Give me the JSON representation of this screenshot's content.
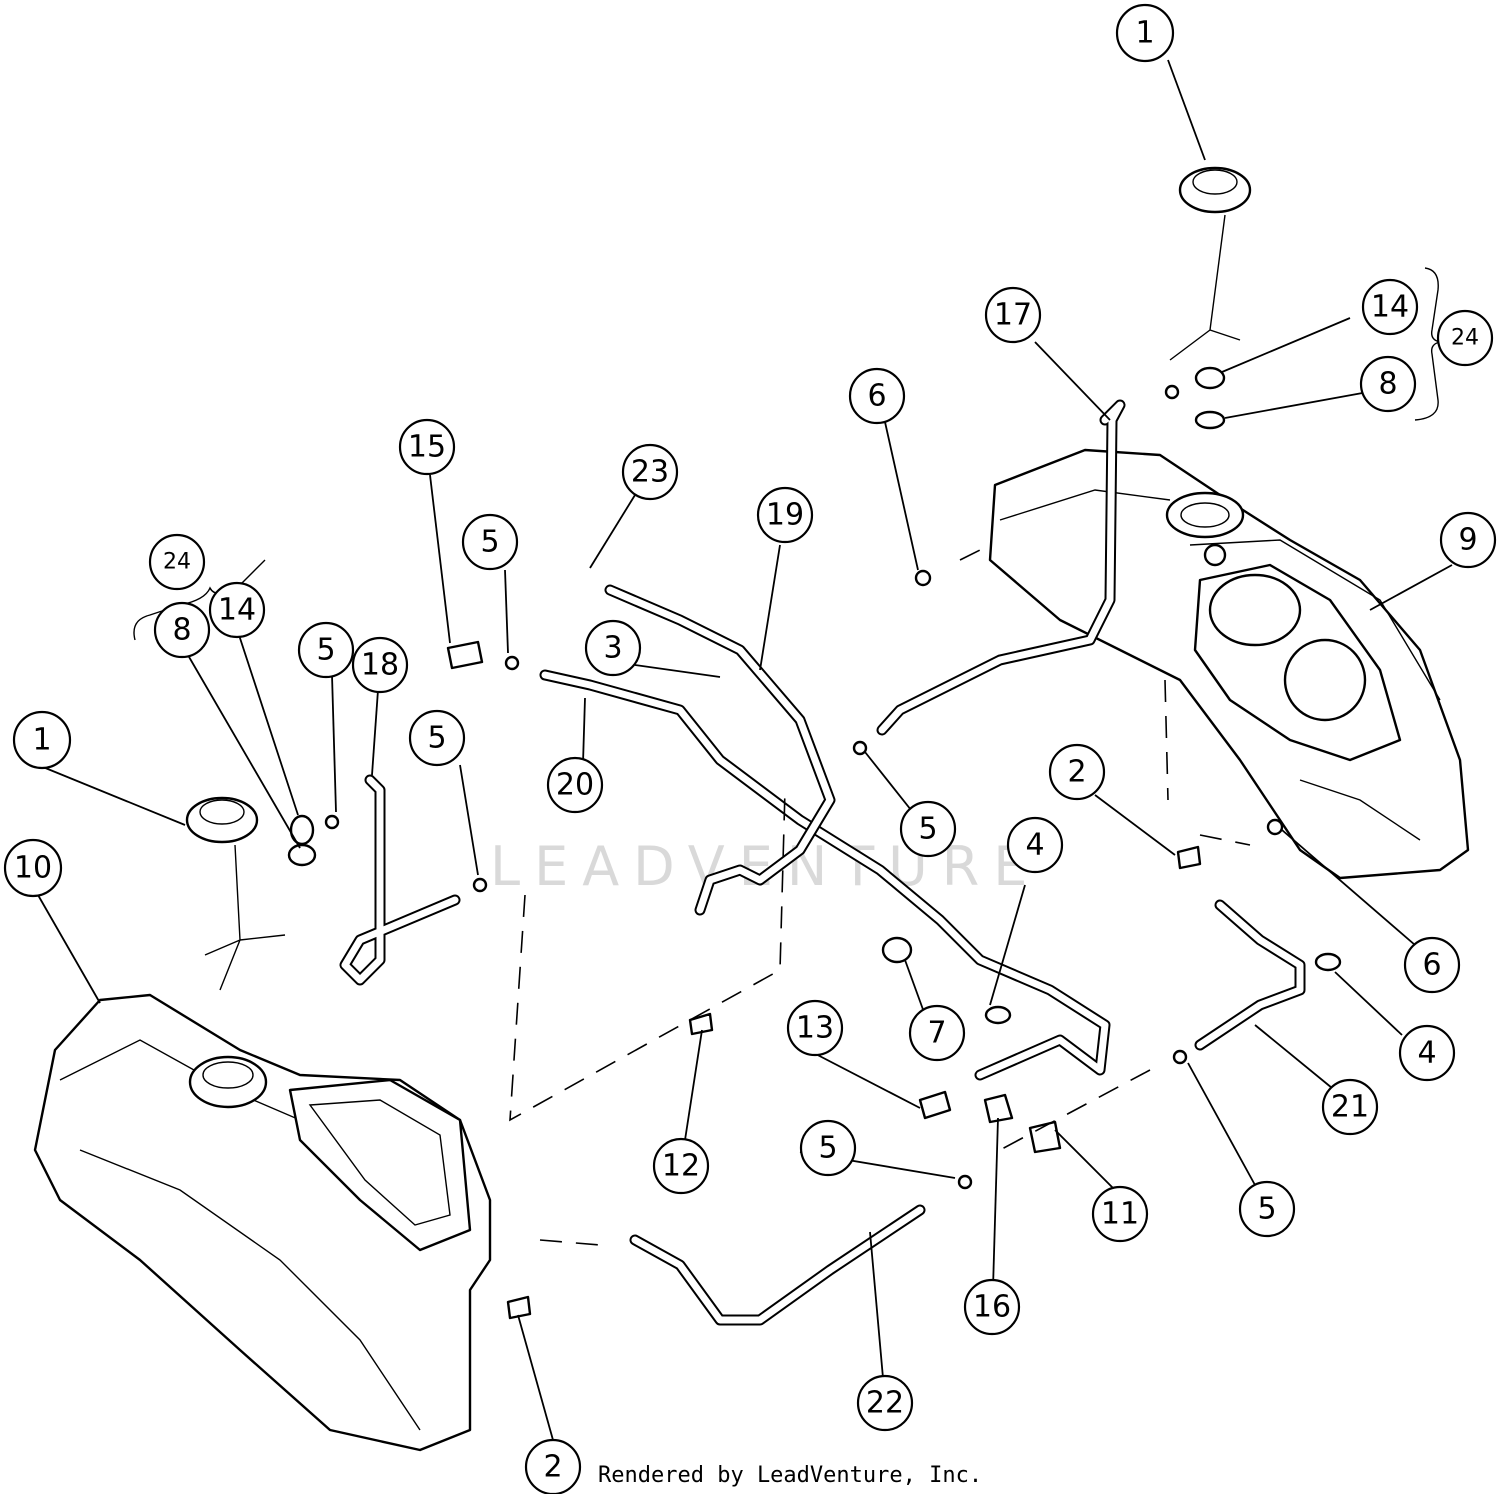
{
  "watermark": "LEADVENTURE",
  "credit": "Rendered by LeadVenture, Inc.",
  "callouts": {
    "c1_top": "1",
    "c1_left": "1",
    "c2_right": "2",
    "c2_bottom": "2",
    "c3": "3",
    "c4_mid": "4",
    "c4_right": "4",
    "c5_a": "5",
    "c5_b": "5",
    "c5_c": "5",
    "c5_d": "5",
    "c5_e": "5",
    "c5_f": "5",
    "c6_top": "6",
    "c6_right": "6",
    "c7": "7",
    "c8_right": "8",
    "c8_left": "8",
    "c9": "9",
    "c10": "10",
    "c11": "11",
    "c12": "12",
    "c13": "13",
    "c14_right": "14",
    "c14_left": "14",
    "c15": "15",
    "c16": "16",
    "c17": "17",
    "c18": "18",
    "c19": "19",
    "c20": "20",
    "c21": "21",
    "c22": "22",
    "c23": "23",
    "c24_right": "24",
    "c24_left": "24"
  }
}
